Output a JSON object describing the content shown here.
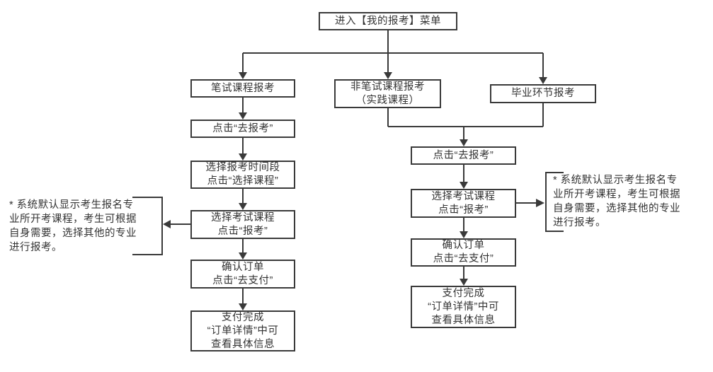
{
  "flow": {
    "title_node": {
      "label": "进入【我的报考】菜单"
    },
    "branches": {
      "written": {
        "label": "笔试课程报考"
      },
      "practical": {
        "label": "非笔试课程报考\n（实践课程）"
      },
      "graduation": {
        "label": "毕业环节报考"
      }
    },
    "left_column": [
      {
        "label": "点击“去报考”"
      },
      {
        "label": "选择报考时间段\n点击“选择课程”"
      },
      {
        "label": "选择考试课程\n点击“报考”"
      },
      {
        "label": "确认订单\n点击“去支付”"
      },
      {
        "label": "支付完成\n“订单详情”中可\n查看具体信息"
      }
    ],
    "right_column": [
      {
        "label": "点击“去报考”"
      },
      {
        "label": "选择考试课程\n点击“报考”"
      },
      {
        "label": "确认订单\n点击“去支付”"
      },
      {
        "label": "支付完成\n“订单详情”中可\n查看具体信息"
      }
    ],
    "notes": {
      "left": "* 系统默认显示考生报名专\n业所开考课程，考生可根据\n自身需要，选择其他的专业\n进行报考。",
      "right": "* 系统默认显示考生报名专\n业所开考课程，考生可根据\n自身需要，选择其他的专业\n进行报考。"
    },
    "colors": {
      "line": "#3a3a3a",
      "text": "#333333",
      "background": "#ffffff"
    }
  }
}
